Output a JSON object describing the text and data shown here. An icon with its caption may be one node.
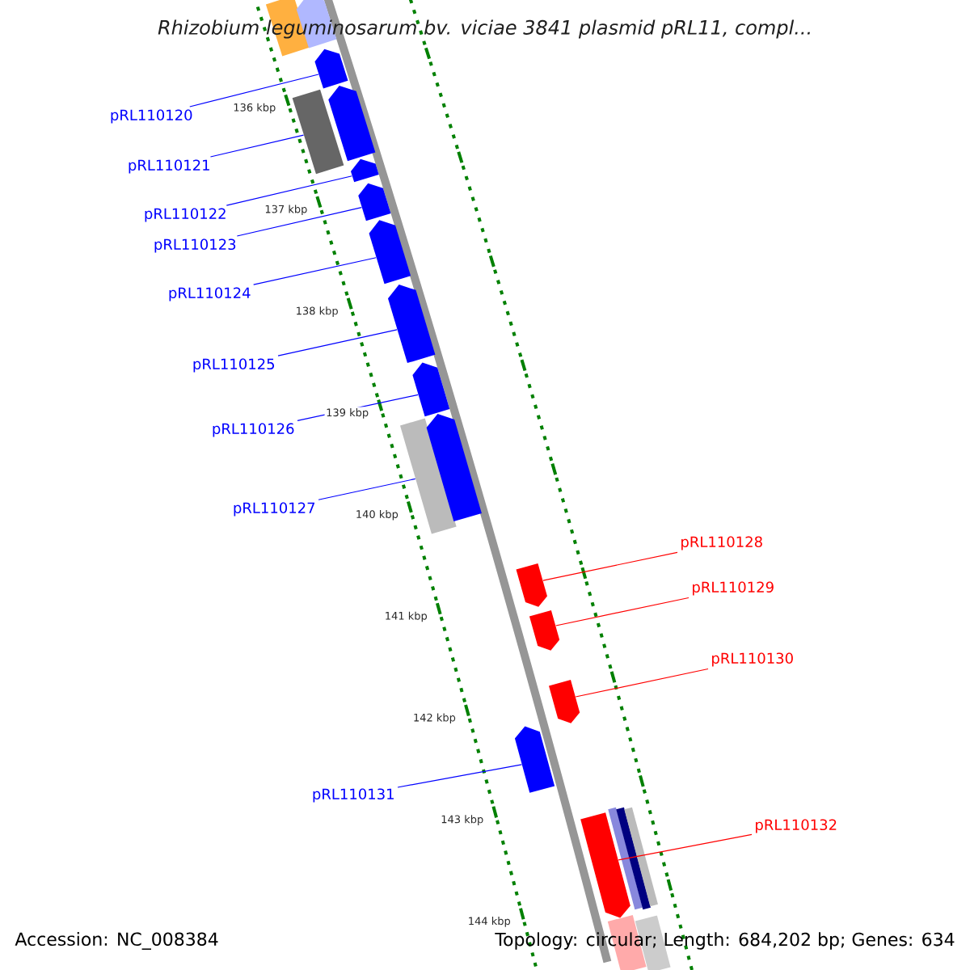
{
  "diagram": {
    "title": "Rhizobium leguminosarum bv. viciae 3841 plasmid pRL11, compl...",
    "nodes": [
      {
        "text": [
          "pRL110120"
        ]
      },
      {
        "text": [
          "pRL110121"
        ]
      },
      {
        "text": [
          "pRL110122"
        ]
      },
      {
        "text": [
          "pRL110123"
        ]
      },
      {
        "text": [
          "pRL110124"
        ]
      },
      {
        "text": [
          "pRL110125"
        ]
      },
      {
        "text": [
          "pRL110126"
        ]
      },
      {
        "text": [
          "pRL110127"
        ]
      },
      {
        "text": [
          "pRL110128"
        ]
      },
      {
        "text": [
          "pRL110129"
        ]
      },
      {
        "text": [
          "pRL110130"
        ]
      },
      {
        "text": [
          "pRL110131"
        ]
      },
      {
        "text": [
          "pRL110132"
        ]
      },
      {
        "text": [],
        "shape": "box"
      },
      {
        "text": [],
        "shape": "arrow"
      },
      {
        "text": [],
        "shape": "arrow"
      },
      {
        "text": [],
        "shape": "box"
      },
      {
        "text": [],
        "shape": "arrow"
      },
      {
        "text": [],
        "shape": "arrow"
      },
      {
        "text": [],
        "shape": "arrow"
      },
      {
        "text": [],
        "shape": "arrow"
      },
      {
        "text": [],
        "shape": "arrow"
      },
      {
        "text": [],
        "shape": "arrow"
      },
      {
        "text": [],
        "shape": "box"
      },
      {
        "text": [],
        "shape": "arrow"
      },
      {
        "text": [],
        "shape": "arrow"
      },
      {
        "text": [],
        "shape": "arrow"
      },
      {
        "text": [],
        "shape": "arrow"
      },
      {
        "text": [],
        "shape": "arrow"
      },
      {
        "text": [],
        "shape": "arrow"
      },
      {
        "text": [],
        "shape": "box"
      },
      {
        "text": [],
        "shape": "box"
      },
      {
        "text": [],
        "shape": "box"
      },
      {
        "text": [],
        "shape": "box"
      },
      {
        "text": [],
        "shape": "box"
      }
    ],
    "edges": [
      {
        "from": 0,
        "to": 15,
        "arrow": "none"
      },
      {
        "from": 1,
        "to": 16,
        "arrow": "none"
      },
      {
        "from": 2,
        "to": 18,
        "arrow": "none"
      },
      {
        "from": 3,
        "to": 19,
        "arrow": "none"
      },
      {
        "from": 4,
        "to": 20,
        "arrow": "none"
      },
      {
        "from": 5,
        "to": 21,
        "arrow": "none"
      },
      {
        "from": 6,
        "to": 22,
        "arrow": "none"
      },
      {
        "from": 7,
        "to": 23,
        "arrow": "none"
      },
      {
        "from": 8,
        "to": 25,
        "arrow": "none",
        "color": "#ff0000"
      },
      {
        "from": 9,
        "to": 26,
        "arrow": "none",
        "color": "#ff0000"
      },
      {
        "from": 10,
        "to": 27,
        "arrow": "none",
        "color": "#ff0000"
      },
      {
        "from": 11,
        "to": 28,
        "arrow": "none"
      },
      {
        "from": 12,
        "to": 29,
        "arrow": "none",
        "color": "#ff0000"
      }
    ],
    "labels": [
      "136 kbp",
      "137 kbp",
      "138 kbp",
      "139 kbp",
      "140 kbp",
      "141 kbp",
      "142 kbp",
      "143 kbp",
      "144 kbp",
      "Accession: NC_008384",
      "Topology: circular; Length: 684,202 bp; Genes: 634"
    ]
  }
}
